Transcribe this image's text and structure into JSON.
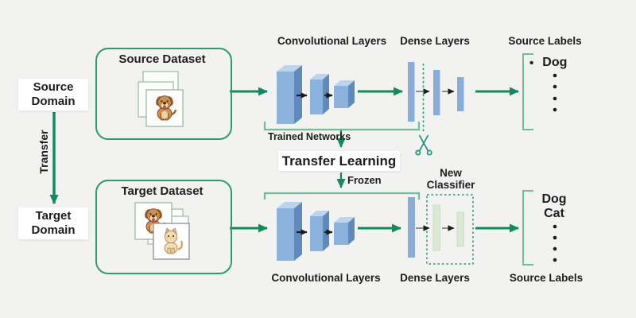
{
  "colors": {
    "background": "#f2f2f1",
    "arrow_green": "#108a60",
    "bracket_green": "#6fbf9f",
    "cut_teal": "#22967b",
    "dataset_border_green": "#2a9d6e",
    "dense_bar_blue": "#85aede",
    "conv_front_blue": "#8cb2de",
    "new_classifier_bar_green": "#d9e9d2",
    "text": "#1d1d1d"
  },
  "domain_column": {
    "source_domain": "Source Domain",
    "transfer": "Transfer",
    "target_domain": "Target Domain"
  },
  "source_pipeline": {
    "dataset_title": "Source Dataset",
    "conv_title": "Convolutional Layers",
    "dense_title": "Dense Layers",
    "labels_title": "Source Labels",
    "trained_networks": "Trained Networks",
    "bullet": "•",
    "labels": [
      "Dog"
    ]
  },
  "transfer_block": {
    "title": "Transfer Learning",
    "frozen": "Frozen"
  },
  "target_pipeline": {
    "dataset_title": "Target Dataset",
    "conv_title": "Convolutional Layers",
    "dense_title": "Dense Layers",
    "labels_title": "Source Labels",
    "new_classifier": "New Classifier",
    "labels": [
      "Dog",
      "Cat"
    ]
  },
  "icons": {
    "scissors": "✂"
  }
}
